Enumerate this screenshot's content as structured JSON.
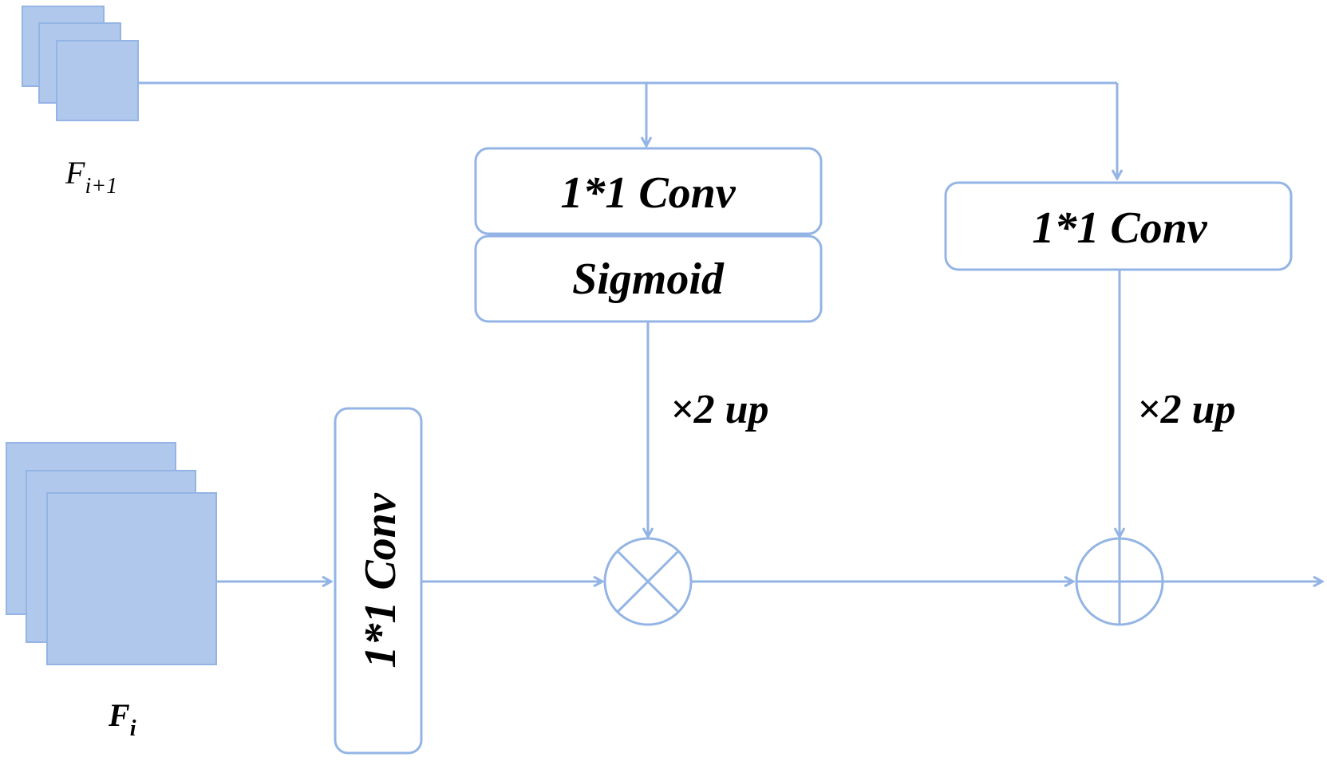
{
  "colors": {
    "line": "#93b4e4",
    "feature_fill": "#b0c8ec",
    "feature_stroke": "#93b4e4",
    "box_stroke": "#93b4e4",
    "text": "#000000"
  },
  "inputs": {
    "top_feature": {
      "symbol": "F",
      "subscript": "i+1"
    },
    "bottom_feature": {
      "symbol": "F",
      "subscript": "i"
    }
  },
  "blocks": {
    "gate_conv": "1*1 Conv",
    "gate_sigmoid": "Sigmoid",
    "branch_conv": "1*1 Conv",
    "lateral_conv": "1*1 Conv"
  },
  "operations": {
    "upsample_left": "×2 up",
    "upsample_right": "×2 up",
    "multiply_icon": "circled-times-icon",
    "add_icon": "circled-plus-icon"
  }
}
